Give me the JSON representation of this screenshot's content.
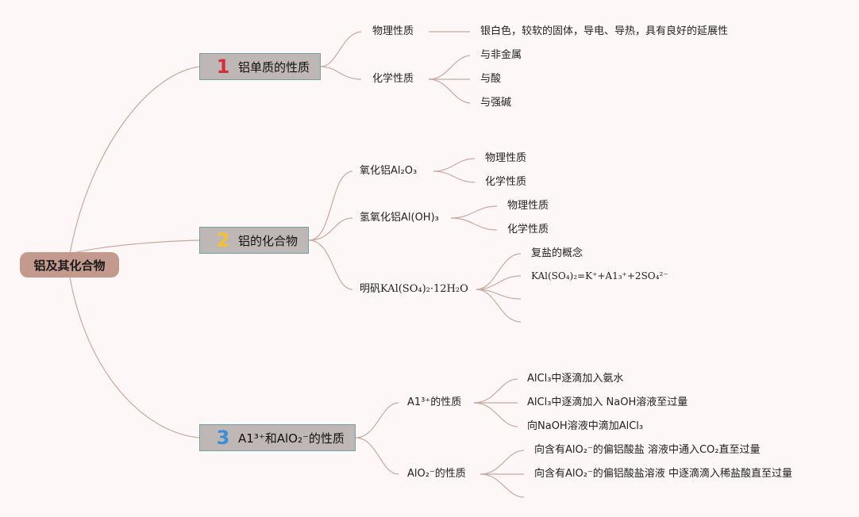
{
  "colors": {
    "root": "#c49a8f",
    "main": "#bfb7b5",
    "edge": "#c9a89f",
    "num1": "#d22e3c",
    "num2": "#f2c230",
    "num3": "#3a8fd9"
  },
  "root": {
    "label": "铝及其化合物"
  },
  "b1": {
    "num": "1",
    "label": "铝单质的性质",
    "physical": "物理性质",
    "physical_desc": "银白色，较软的固体，导电、导热，具有良好的延展性",
    "chemical": "化学性质",
    "chem_items": [
      "与非金属",
      "与酸",
      "与强碱"
    ]
  },
  "b2": {
    "num": "2",
    "label": "铝的化合物",
    "oxide": "氧化铝Al₂O₃",
    "oxide_items": [
      "物理性质",
      "化学性质"
    ],
    "hydroxide": "氢氧化铝Al(OH)₃",
    "hydroxide_items": [
      "物理性质",
      "化学性质"
    ],
    "alum": "明矾KAl(SO₄)₂·12H₂O",
    "alum_items": [
      "复盐的概念",
      "KAl(SO₄)₂=K⁺+A1₃⁺+2SO₄²⁻"
    ]
  },
  "b3": {
    "num": "3",
    "label": "A1³⁺和AlO₂⁻的性质",
    "al3": "A1³⁺的性质",
    "al3_items": [
      "AlCl₃中逐滴加入氨水",
      "AlCl₃中逐滴加入 NaOH溶液至过量",
      "向NaOH溶液中滴加AlCl₃"
    ],
    "alo2": "AlO₂⁻的性质",
    "alo2_items": [
      "向含有AlO₂⁻的偏铝酸盐 溶液中通入CO₂直至过量",
      "向含有AlO₂⁻的偏铝酸盐溶液 中逐滴滴入稀盐酸直至过量"
    ]
  }
}
